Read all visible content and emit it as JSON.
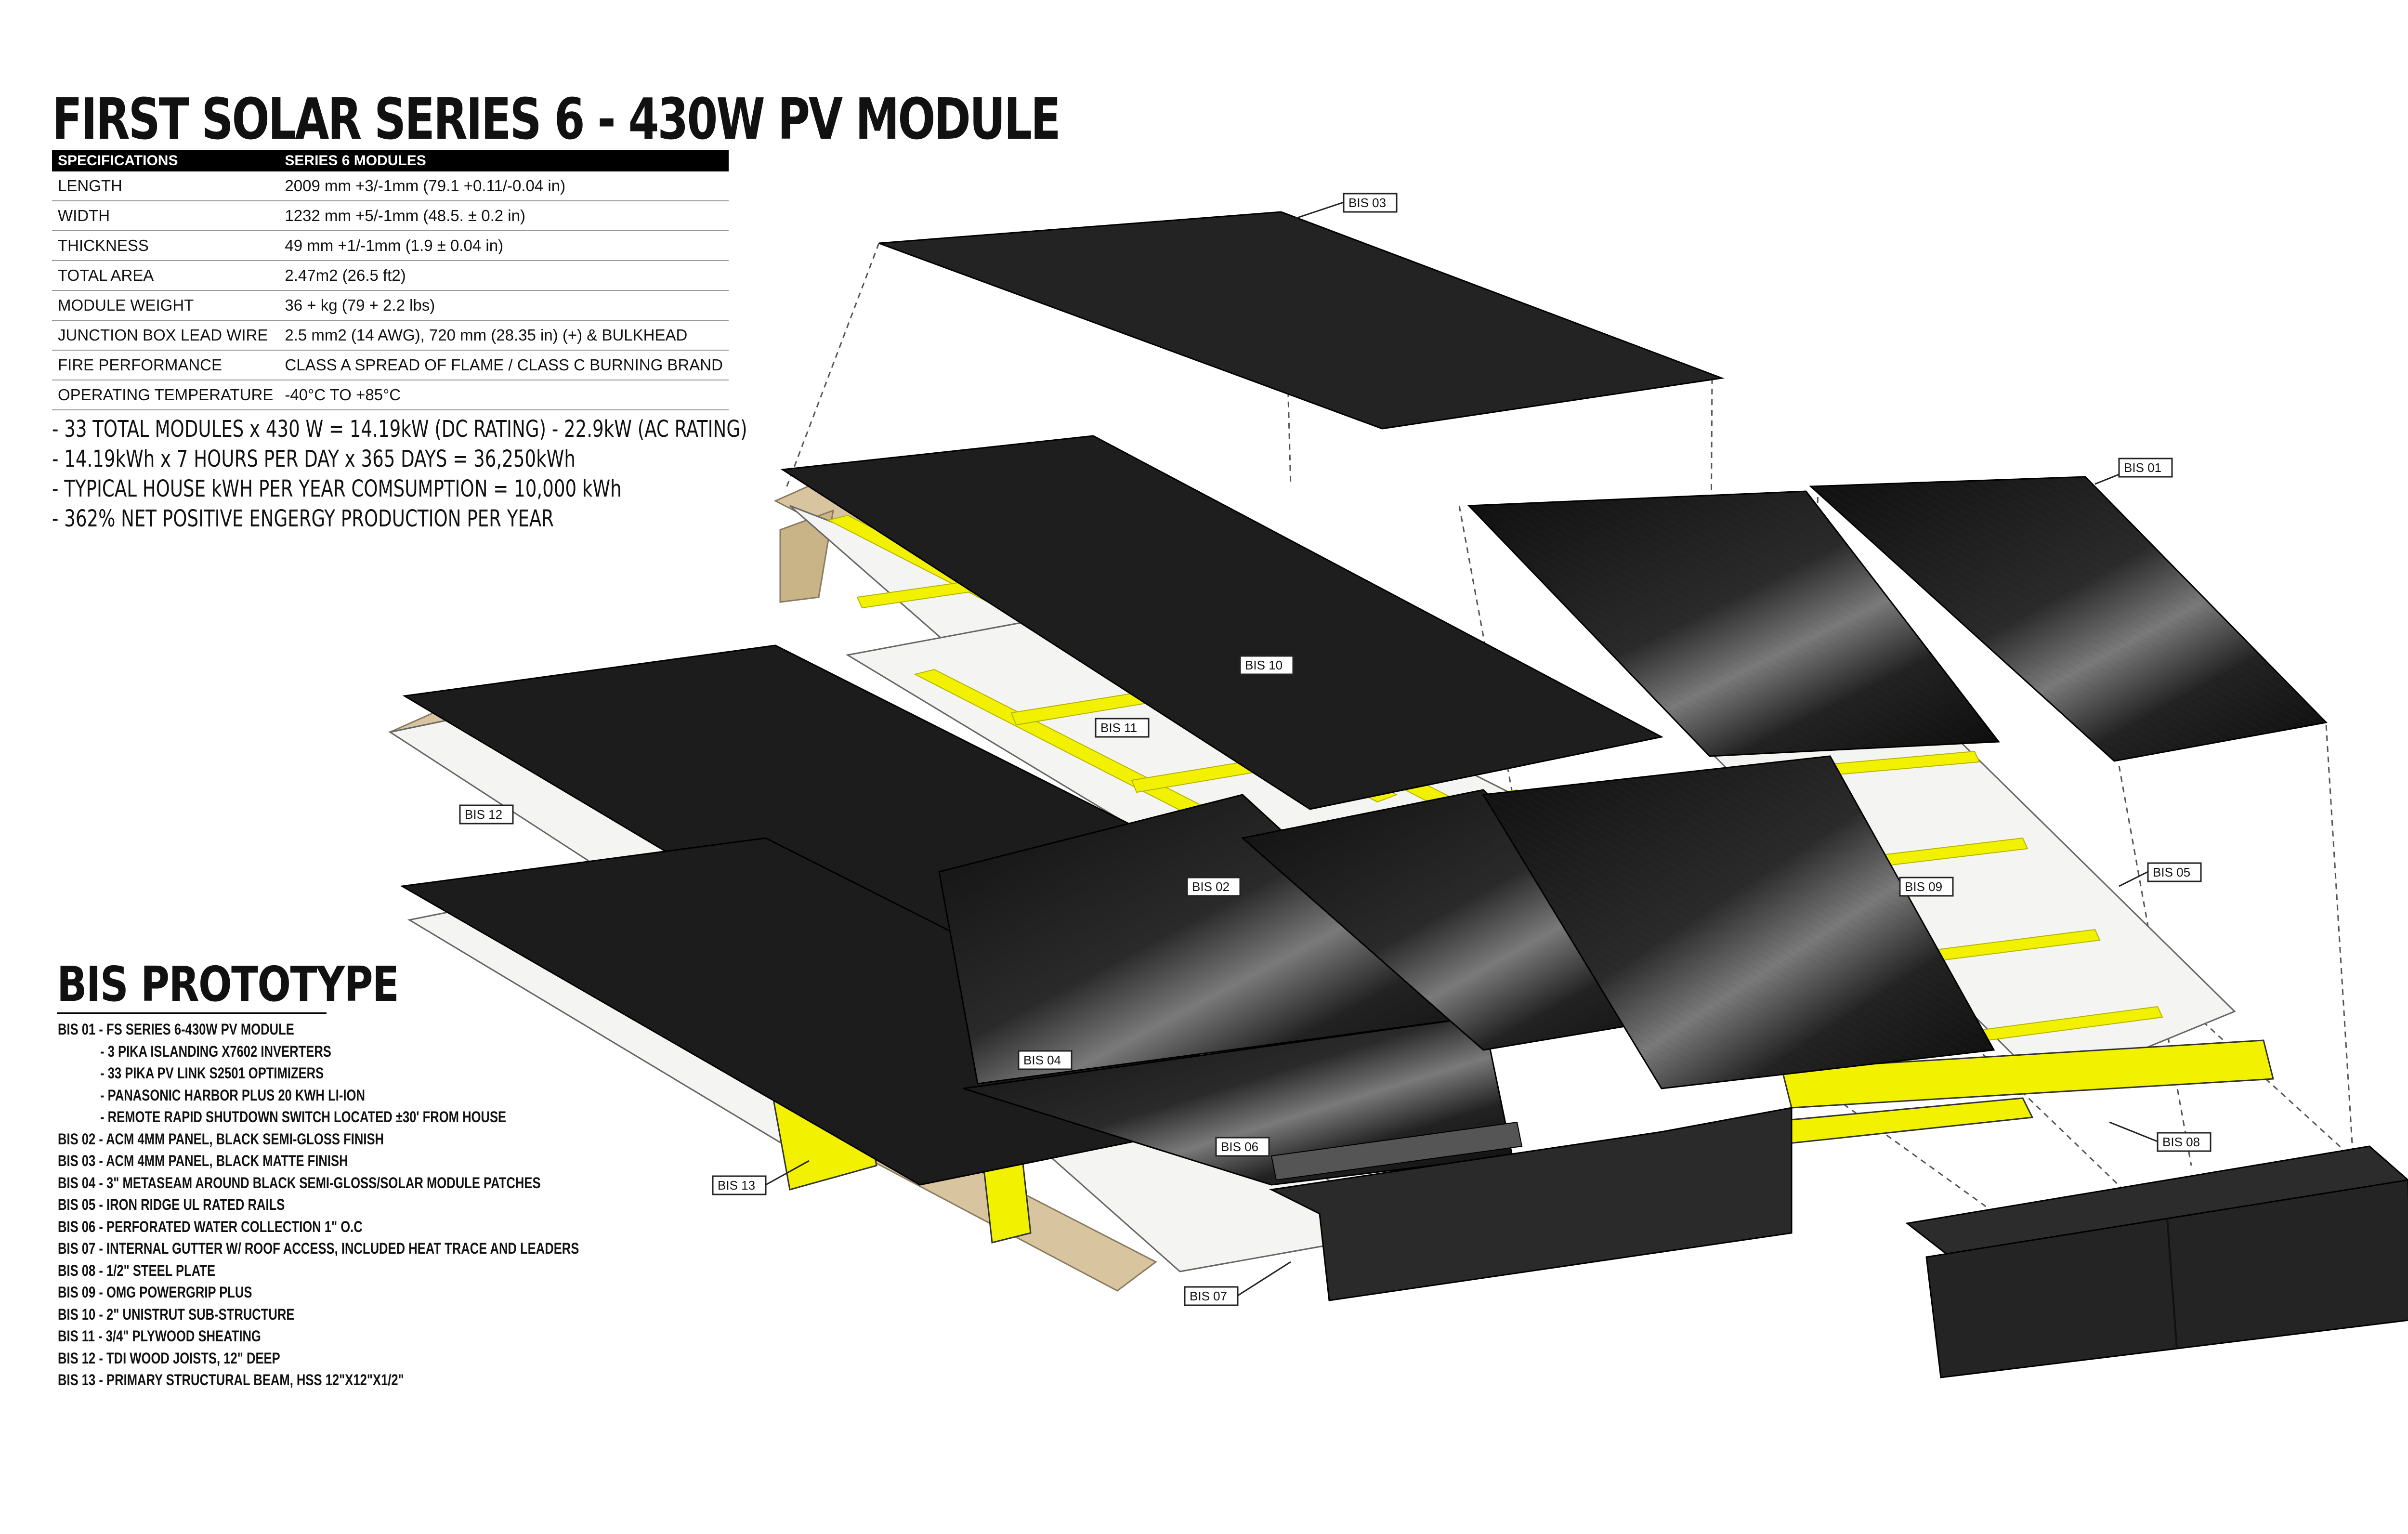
{
  "title": "FIRST SOLAR SERIES 6 - 430W PV MODULE",
  "spec_table": {
    "headers": [
      "SPECIFICATIONS",
      "SERIES 6 MODULES"
    ],
    "rows": [
      [
        "LENGTH",
        "2009 mm +3/-1mm (79.1 +0.11/-0.04 in)"
      ],
      [
        "WIDTH",
        "1232 mm +5/-1mm (48.5. ± 0.2 in)"
      ],
      [
        "THICKNESS",
        "49 mm +1/-1mm (1.9 ± 0.04 in)"
      ],
      [
        "TOTAL AREA",
        "2.47m2 (26.5 ft2)"
      ],
      [
        "MODULE WEIGHT",
        "36 + kg (79 + 2.2 lbs)"
      ],
      [
        "JUNCTION BOX LEAD WIRE",
        "2.5 mm2 (14 AWG), 720 mm (28.35 in) (+) & BULKHEAD"
      ],
      [
        "FIRE PERFORMANCE",
        "CLASS A SPREAD OF FLAME / CLASS C BURNING BRAND"
      ],
      [
        "OPERATING TEMPERATURE",
        "-40°C TO +85°C"
      ]
    ]
  },
  "notes": [
    "- 33 TOTAL MODULES x 430 W = 14.19kW (DC RATING) - 22.9kW (AC RATING)",
    "- 14.19kWh x 7 HOURS PER DAY x 365 DAYS  = 36,250kWh",
    "- TYPICAL HOUSE kWH PER YEAR COMSUMPTION = 10,000 kWh",
    "- 362% NET POSITIVE ENGERGY PRODUCTION PER YEAR"
  ],
  "bis_title": "BIS PROTOTYPE",
  "bis_list": [
    {
      "text": "BIS 01 - FS SERIES 6-430W PV MODULE",
      "sub": false
    },
    {
      "text": "- 3  PIKA ISLANDING X7602 INVERTERS",
      "sub": true
    },
    {
      "text": "- 33 PIKA PV LINK S2501 OPTIMIZERS",
      "sub": true
    },
    {
      "text": "- PANASONIC HARBOR PLUS 20 kWh LI-ION",
      "sub": true
    },
    {
      "text": "- REMOTE RAPID SHUTDOWN SWITCH LOCATED ±30' FROM HOUSE",
      "sub": true
    },
    {
      "text": "BIS 02 - ACM 4MM PANEL, BLACK SEMI-GLOSS FINISH",
      "sub": false
    },
    {
      "text": "BIS 03 - ACM 4MM PANEL, BLACK MATTE FINISH",
      "sub": false
    },
    {
      "text": "BIS 04 - 3\" METASEAM AROUND BLACK SEMI-GLOSS/SOLAR MODULE PATCHES",
      "sub": false
    },
    {
      "text": "BIS 05 - IRON RIDGE UL RATED RAILS",
      "sub": false
    },
    {
      "text": "BIS 06 - PERFORATED WATER COLLECTION 1\" O.C",
      "sub": false
    },
    {
      "text": "BIS 07 - INTERNAL GUTTER W/ ROOF ACCESS, INCLUDED HEAT TRACE AND LEADERS",
      "sub": false
    },
    {
      "text": "BIS 08 - 1/2\" STEEL PLATE",
      "sub": false
    },
    {
      "text": "BIS 09 - OMG POWERGRIP PLUS",
      "sub": false
    },
    {
      "text": "BIS 10 - 2\" UNISTRUT SUB-STRUCTURE",
      "sub": false
    },
    {
      "text": "BIS 11 - 3/4\" PLYWOOD SHEATING",
      "sub": false
    },
    {
      "text": "BIS 12 - TDI WOOD JOISTS, 12\" DEEP",
      "sub": false
    },
    {
      "text": "BIS 13 - PRIMARY STRUCTURAL BEAM, HSS 12\"X12\"X1/2\"",
      "sub": false
    }
  ],
  "callouts": {
    "bis01": "BIS 01",
    "bis02": "BIS 02",
    "bis03": "BIS 03",
    "bis04": "BIS 04",
    "bis05": "BIS 05",
    "bis06": "BIS 06",
    "bis07": "BIS 07",
    "bis08": "BIS 08",
    "bis09": "BIS 09",
    "bis10": "BIS 10",
    "bis11": "BIS 11",
    "bis12": "BIS 12",
    "bis13": "BIS 13"
  },
  "colors": {
    "panel_black": "#1b1b1b",
    "strut_yellow": "#f2f200",
    "plywood": "#f4f4f2",
    "wood_joist": "#d8c5a0"
  }
}
